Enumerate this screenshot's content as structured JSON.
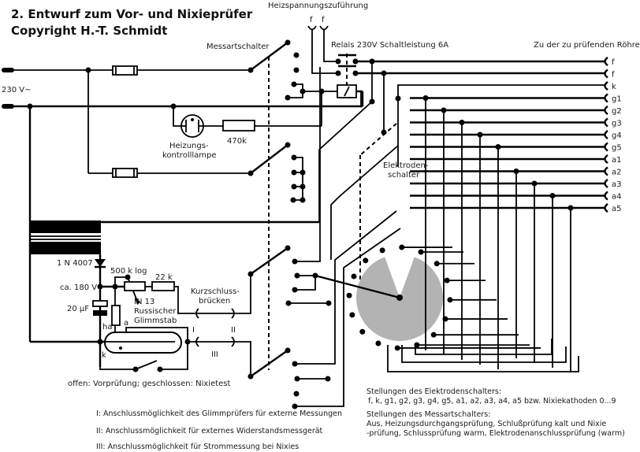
{
  "title": {
    "line1": "2. Entwurf zum Vor- und Nixieprüfer",
    "line2": "Copyright H.-T. Schmidt"
  },
  "labels": {
    "mains": "230 V~",
    "heating_supply": "Heizspannungszuführung",
    "heating_f1": "f",
    "heating_f2": "f",
    "relay": "Relais 230V Schaltleistung 6A",
    "measure_switch": "Messartschalter",
    "tube_connection": "Zu der zu prüfenden Röhre",
    "heating_lamp_line1": "Heizungs-",
    "heating_lamp_line2": "kontrolllampe",
    "resistor_470k": "470k",
    "electrode_switch_line1": "Elektroden-",
    "electrode_switch_line2": "schalter",
    "diode": "1 N 4007",
    "voltage": "ca. 180 V",
    "capacitor": "20 µF",
    "potentiometer": "500 k log",
    "resistor_22k": "22 k",
    "tube_line1": "IN 13",
    "tube_line2": "Russischer",
    "tube_line3": "Glimmstab",
    "pin_ha": "ha",
    "pin_a": "a",
    "pin_k": "k",
    "short_bridge_line1": "Kurzschluss-",
    "short_bridge_line2": "brücken",
    "port_I": "I",
    "port_II": "II",
    "port_III": "III",
    "switch_note": "offen: Vorprüfung; geschlossen: Nixietest"
  },
  "tube_pins": [
    "f",
    "f",
    "k",
    "g1",
    "g2",
    "g3",
    "g4",
    "g5",
    "a1",
    "a2",
    "a3",
    "a4",
    "a5"
  ],
  "notes": {
    "electrode_positions_title": "Stellungen des Elektrodenschalters:",
    "electrode_positions": "f, k, g1, g2, g3, g4, g5, a1, a2, a3, a4, a5 bzw. Nixiekathoden 0...9",
    "measure_positions_title": "Stellungen des Messartschalters:",
    "measure_positions_line1": "Aus, Heizungsdurchgangsprüfung, Schlußprüfung kalt und Nixie",
    "measure_positions_line2": "-prüfung, Schlussprüfung warm, Elektrodenanschlussprüfung (warm)"
  },
  "legend": {
    "I": "I: Anschlussmöglichkeit des Glimmprüfers für externe Messungen",
    "II": "II: Anschlussmöglichkeit für externes Widerstandsmessgerät",
    "III": "III: Anschlussmöglichkeit für Strommessung bei Nixies"
  },
  "colors": {
    "wire": "#000000",
    "switch_disc": "#b3b3b3",
    "background": "#ffffff"
  }
}
